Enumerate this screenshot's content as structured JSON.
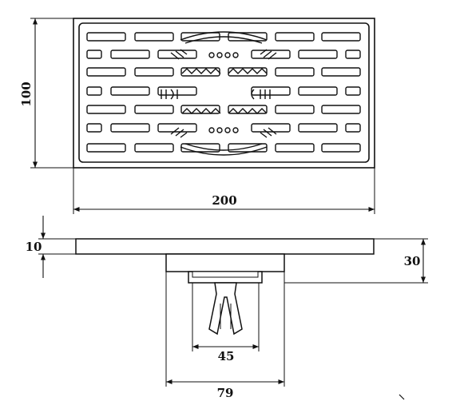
{
  "drawing": {
    "top_view": {
      "height_label": "100",
      "width_label": "200"
    },
    "side_view": {
      "flange_thickness_label": "10",
      "total_height_label": "30",
      "core_width_label": "45",
      "body_width_label": "79"
    }
  }
}
